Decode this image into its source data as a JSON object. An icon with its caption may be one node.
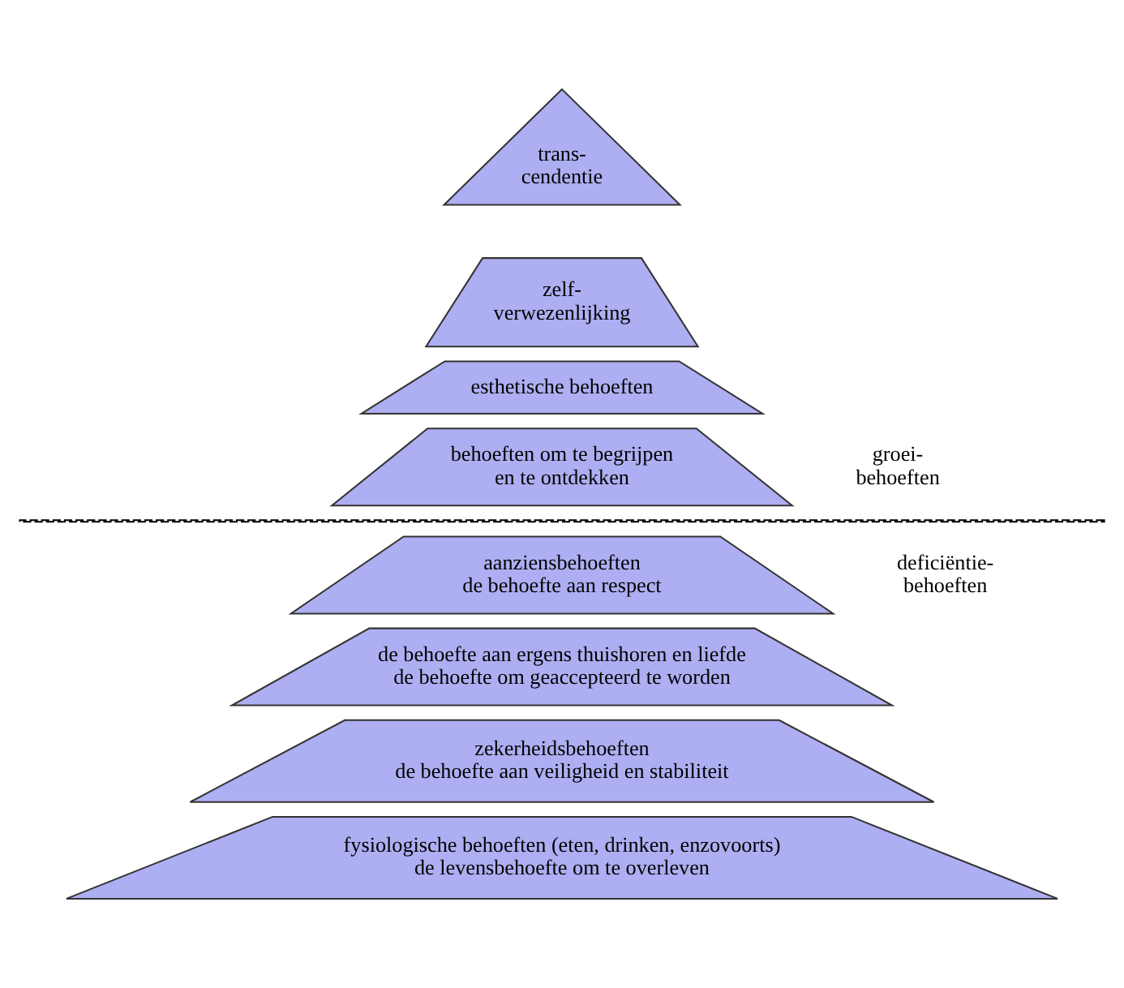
{
  "diagram": {
    "nodes": [
      {
        "text": [
          "trans- cendentie"
        ]
      },
      {
        "text": [
          "zelf- verwezenlijking"
        ]
      },
      {
        "text": [
          "esthetische behoeften"
        ]
      },
      {
        "text": [
          "behoeften om te begrijpen en te ontdekken"
        ]
      },
      {
        "text": [
          "aanziensbehoeften de behoefte aan respect"
        ]
      },
      {
        "text": [
          "de behoefte aan ergens thuishoren en liefde de behoefte om geaccepteerd te worden"
        ]
      },
      {
        "text": [
          "zekerheidsbehoeften de behoefte aan veiligheid en stabiliteit"
        ]
      },
      {
        "text": [
          "fysiologische behoeften (eten, drinken, enzovoorts) de levensbehoefte om te overleven"
        ]
      }
    ],
    "labels": [
      "groei- behoeften",
      "deficiëntie- behoeften"
    ]
  }
}
